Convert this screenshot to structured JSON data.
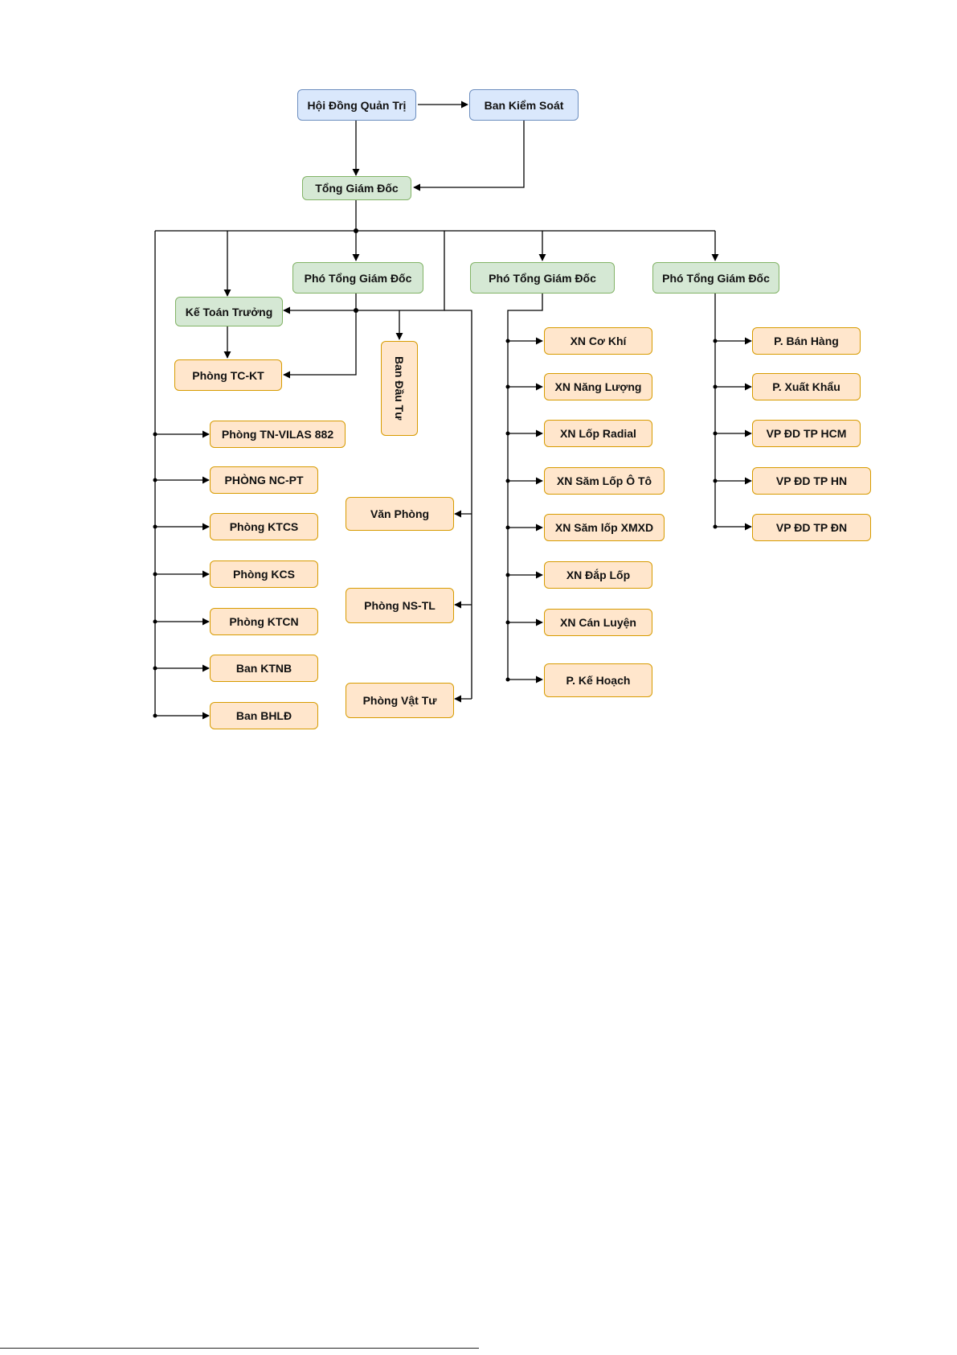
{
  "board": "Hội Đồng Quản Trị",
  "supervisory": "Ban Kiểm Soát",
  "ceo": "Tổng Giám Đốc",
  "deputy_1": "Phó Tổng Giám Đốc",
  "deputy_2": "Phó Tổng Giám Đốc",
  "deputy_3": "Phó Tổng Giám Đốc",
  "chief_accountant": "Kế Toán Trưởng",
  "finance_dept": "Phòng TC-KT",
  "investment_board": "Ban Đầu Tư",
  "left_column": [
    "Phòng TN-VILAS 882",
    "PHÒNG NC-PT",
    "Phòng KTCS",
    "Phòng KCS",
    "Phòng KTCN",
    "Ban KTNB",
    "Ban BHLĐ"
  ],
  "middle_column": [
    "Văn Phòng",
    "Phòng NS-TL",
    "Phòng Vật Tư"
  ],
  "factories": [
    "XN Cơ Khí",
    "XN Năng Lượng",
    "XN Lốp Radial",
    "XN Săm Lốp Ô Tô",
    "XN Săm lốp XMXD",
    "XN Đắp Lốp",
    "XN Cán Luyện",
    "P. Kế Hoạch"
  ],
  "sales": [
    "P. Bán Hàng",
    "P. Xuất Khẩu",
    "VP ĐD  TP HCM",
    "VP ĐD  TP HN",
    "VP ĐD  TP ĐN"
  ],
  "colors": {
    "blue_fill": "#dae8fc",
    "green_fill": "#d5e8d4",
    "orange_fill": "#ffe6cc"
  }
}
